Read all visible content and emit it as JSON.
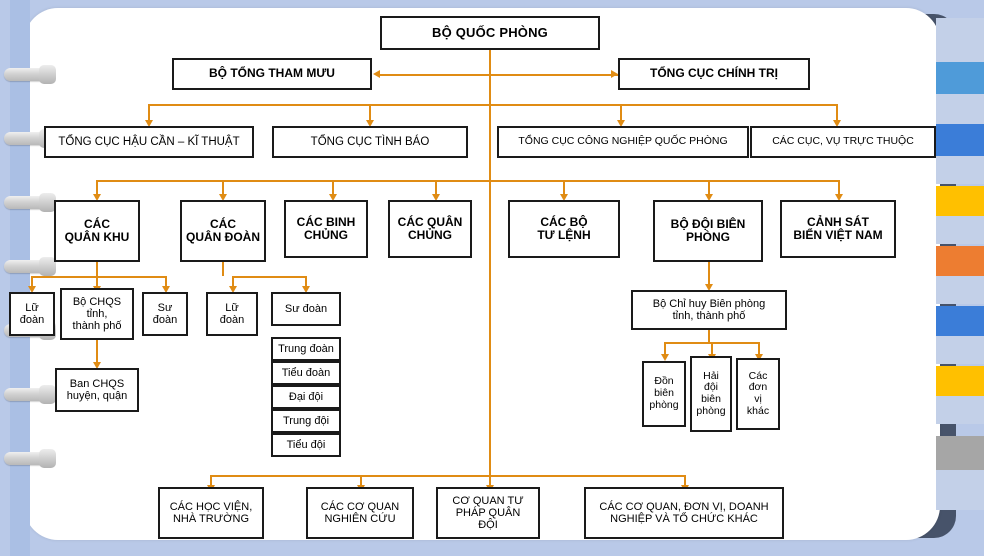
{
  "chart_data": {
    "type": "diagram",
    "title": "Sơ đồ tổ chức Bộ Quốc phòng",
    "root": "BỘ QUỐC PHÒNG",
    "accent_color": "#e08c14",
    "box_border_color": "#1a1a1a",
    "page_background": "#ffffff",
    "canvas_background": "#b9c9e8"
  },
  "nodes": {
    "root": "BỘ QUỐC PHÒNG",
    "level2_left": "BỘ TỔNG THAM MƯU",
    "level2_right": "TỔNG CỤC CHÍNH TRỊ",
    "level3": [
      "TỔNG CỤC HẬU CẦN – KĨ THUẬT",
      "TỔNG CỤC TÌNH BÁO",
      "TỔNG CỤC CÔNG NGHIỆP QUỐC PHÒNG",
      "CÁC CỤC, VỤ TRỰC THUỘC"
    ],
    "level4": [
      "CÁC\nQUÂN KHU",
      "CÁC\nQUÂN ĐOÀN",
      "CÁC BINH\nCHỦNG",
      "CÁC QUÂN\nCHỦNG",
      "CÁC BỘ\nTƯ LỆNH",
      "BỘ ĐỘI BIÊN\nPHÒNG",
      "CẢNH SÁT\nBIỂN VIỆT NAM"
    ],
    "quan_khu_children": [
      "Lữ\nđoàn",
      "Bộ CHQS\ntỉnh,\nthành phố",
      "Sư\nđoàn"
    ],
    "bo_chqs_child": "Ban CHQS\nhuyện, quận",
    "quan_doan_children": [
      "Lữ\nđoàn",
      "Sư đoàn"
    ],
    "su_doan_stack": [
      "Trung đoàn",
      "Tiểu đoàn",
      "Đại đội",
      "Trung đội",
      "Tiểu đội"
    ],
    "bien_phong_child": "Bộ Chỉ huy Biên phòng\ntỉnh, thành phố",
    "bien_phong_grandchildren": [
      "Đồn\nbiên\nphòng",
      "Hải\nđội\nbiên\nphòng",
      "Các\nđơn\nvị\nkhác"
    ],
    "bottom_row": [
      "CÁC HỌC VIỆN,\nNHÀ TRƯỜNG",
      "CÁC CƠ QUAN\nNGHIÊN CỨU",
      "CƠ QUAN TƯ\nPHÁP QUÂN\nĐỘI",
      "CÁC CƠ QUAN, ĐƠN VỊ, DOANH\nNGHIỆP VÀ TỔ CHỨC KHÁC"
    ]
  },
  "decoration": {
    "tab_colors": [
      "#4f9bd9",
      "#3b7dd8",
      "#ffc000",
      "#ed7d31",
      "#3b7dd8",
      "#ffc000",
      "#a6a6a6"
    ],
    "tab_tops": [
      60,
      120,
      180,
      240,
      300,
      360,
      440
    ],
    "spine_color": "#47536a",
    "ring_tops": [
      68,
      132,
      196,
      260,
      324,
      388,
      452
    ],
    "binder_strip_color": "#aabfe4"
  }
}
